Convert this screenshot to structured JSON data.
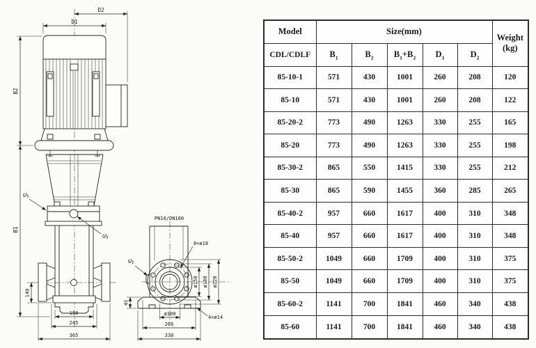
{
  "colors": {
    "ink": "#222222",
    "paper": "#fbfbfa"
  },
  "drawing": {
    "labels": {
      "d2": "D2",
      "d1": "D1",
      "b2": "B2",
      "b1": "B1",
      "dim140": "140",
      "dim190": "190",
      "dim245": "245",
      "dim365": "365",
      "drain_port_1": "G½",
      "drain_port_2": "G½",
      "gauge_port": "G½",
      "flange_spec": "PN16/DN100",
      "bolt_holes_8": "8×ø18",
      "dia150": "ø150",
      "dia180": "ø180",
      "dia220": "ø220",
      "dia100": "ø100",
      "dim45": "45",
      "dim266": "266",
      "dim330": "330",
      "bolt_holes_4": "4×ø14"
    }
  },
  "table": {
    "header": {
      "model": "Model",
      "size": "Size(mm)",
      "weight": "Weight",
      "weight_unit": "(kg)",
      "series": "CDL/CDLF",
      "cols": [
        "B1",
        "B2",
        "B1+B2",
        "D1",
        "D2"
      ]
    },
    "rows": [
      [
        "85-10-1",
        "571",
        "430",
        "1001",
        "260",
        "208",
        "120"
      ],
      [
        "85-10",
        "571",
        "430",
        "1001",
        "260",
        "208",
        "122"
      ],
      [
        "85-20-2",
        "773",
        "490",
        "1263",
        "330",
        "255",
        "165"
      ],
      [
        "85-20",
        "773",
        "490",
        "1263",
        "330",
        "255",
        "198"
      ],
      [
        "85-30-2",
        "865",
        "550",
        "1415",
        "330",
        "255",
        "212"
      ],
      [
        "85-30",
        "865",
        "590",
        "1455",
        "360",
        "285",
        "265"
      ],
      [
        "85-40-2",
        "957",
        "660",
        "1617",
        "400",
        "310",
        "348"
      ],
      [
        "85-40",
        "957",
        "660",
        "1617",
        "400",
        "310",
        "348"
      ],
      [
        "85-50-2",
        "1049",
        "660",
        "1709",
        "400",
        "310",
        "375"
      ],
      [
        "85-50",
        "1049",
        "660",
        "1709",
        "400",
        "310",
        "375"
      ],
      [
        "85-60-2",
        "1141",
        "700",
        "1841",
        "460",
        "340",
        "438"
      ],
      [
        "85-60",
        "1141",
        "700",
        "1841",
        "460",
        "340",
        "438"
      ]
    ]
  }
}
